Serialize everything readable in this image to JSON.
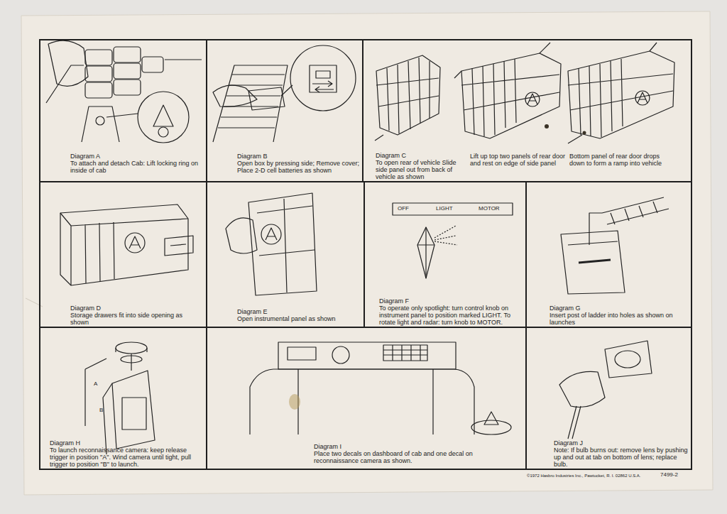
{
  "diagram": {
    "nodes": [
      {
        "text": [
          "Diagram A",
          "To attach and detach Cab: Lift locking ring on inside of cab"
        ]
      },
      {
        "text": [
          "Diagram B",
          "Open box by pressing side; Remove cover; Place 2-D cell batteries as shown"
        ]
      },
      {
        "text": [
          "Diagram C",
          "To open rear of vehicle Slide side panel out from back of vehicle as shown",
          "Lift up top two panels of rear door and rest on edge of side panel",
          "Bottom panel of rear door drops down to form a ramp into vehicle"
        ]
      },
      {
        "text": [
          "Diagram D",
          "Storage drawers fit into side opening as shown"
        ]
      },
      {
        "text": [
          "Diagram E",
          "Open instrumental panel as shown"
        ]
      },
      {
        "text": [
          "Diagram F",
          "To operate only spotlight: turn control knob on instrument panel to position marked LIGHT. To rotate light and radar: turn knob to MOTOR."
        ]
      },
      {
        "text": [
          "Diagram G",
          "Insert post of ladder into holes as shown on launches"
        ]
      },
      {
        "text": [
          "Diagram H",
          "To launch reconnaissance camera: keep release trigger in position \"A\". Wind camera until tight, pull trigger to position \"B\" to launch."
        ]
      },
      {
        "text": [
          "Diagram I",
          "Place two decals on dashboard of cab and one decal on reconnaissance camera as shown."
        ]
      },
      {
        "text": [
          "Diagram J",
          "Note: If bulb burns out: remove lens by pushing up and out at tab on bottom of lens; replace bulb."
        ]
      }
    ],
    "labels": [
      "OFF",
      "LIGHT",
      "MOTOR",
      "A",
      "B",
      "©1972 Hasbro Industries Inc., Pawtucket, R. I. 02862 U.S.A.",
      "7499-2"
    ]
  }
}
